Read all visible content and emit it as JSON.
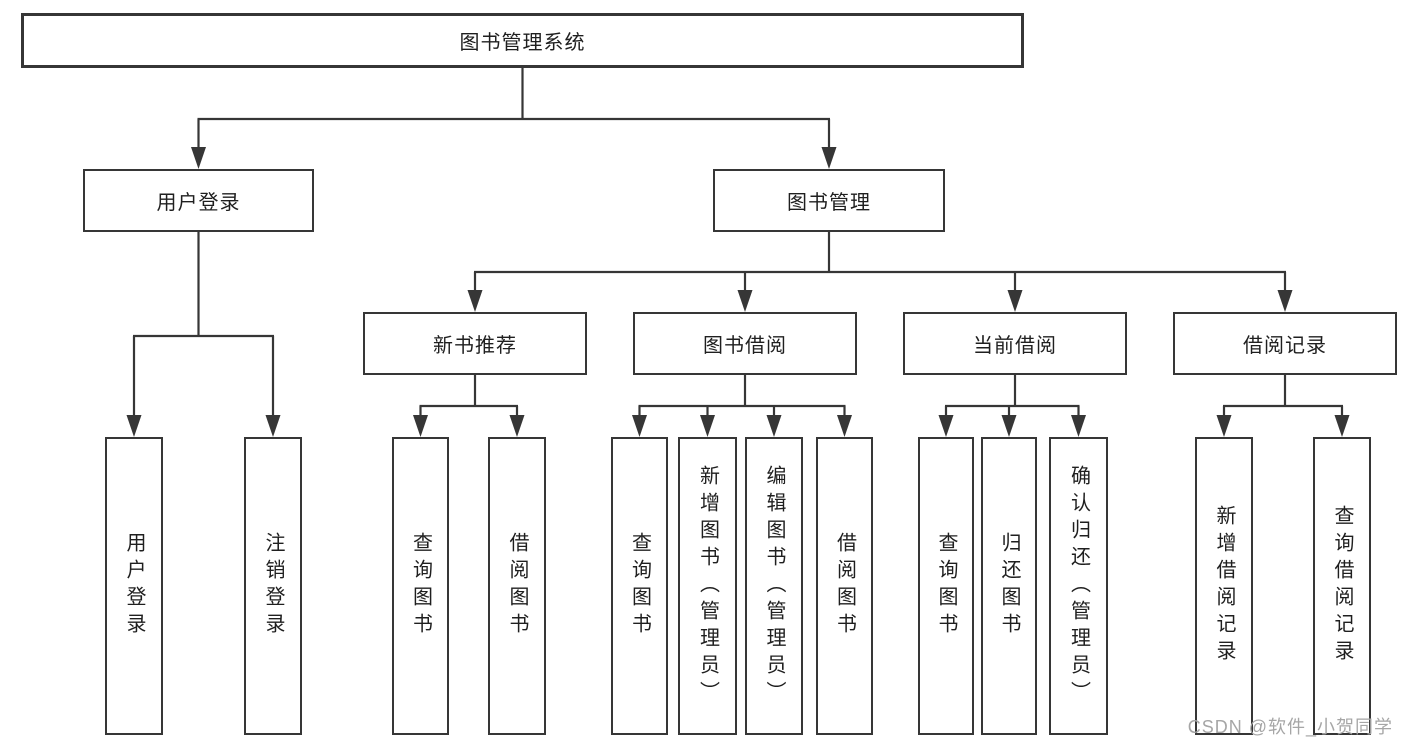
{
  "tree": {
    "root": {
      "label": "图书管理系统"
    },
    "branches": [
      {
        "label": "用户登录",
        "children": [
          {
            "label": "用户登录"
          },
          {
            "label": "注销登录"
          }
        ]
      },
      {
        "label": "图书管理",
        "children": [
          {
            "label": "新书推荐",
            "children": [
              {
                "label": "查询图书"
              },
              {
                "label": "借阅图书"
              }
            ]
          },
          {
            "label": "图书借阅",
            "children": [
              {
                "label": "查询图书"
              },
              {
                "label": "新增图书（管理员）"
              },
              {
                "label": "编辑图书（管理员）"
              },
              {
                "label": "借阅图书"
              }
            ]
          },
          {
            "label": "当前借阅",
            "children": [
              {
                "label": "查询图书"
              },
              {
                "label": "归还图书"
              },
              {
                "label": "确认归还（管理员）"
              }
            ]
          },
          {
            "label": "借阅记录",
            "children": [
              {
                "label": "新增借阅记录"
              },
              {
                "label": "查询借阅记录"
              }
            ]
          }
        ]
      }
    ]
  },
  "watermark": {
    "text": "CSDN @软件_小贺同学"
  },
  "colors": {
    "line": "#363636",
    "text": "#1f1f1f",
    "watermark": "#a6a6a6",
    "background": "#ffffff"
  }
}
